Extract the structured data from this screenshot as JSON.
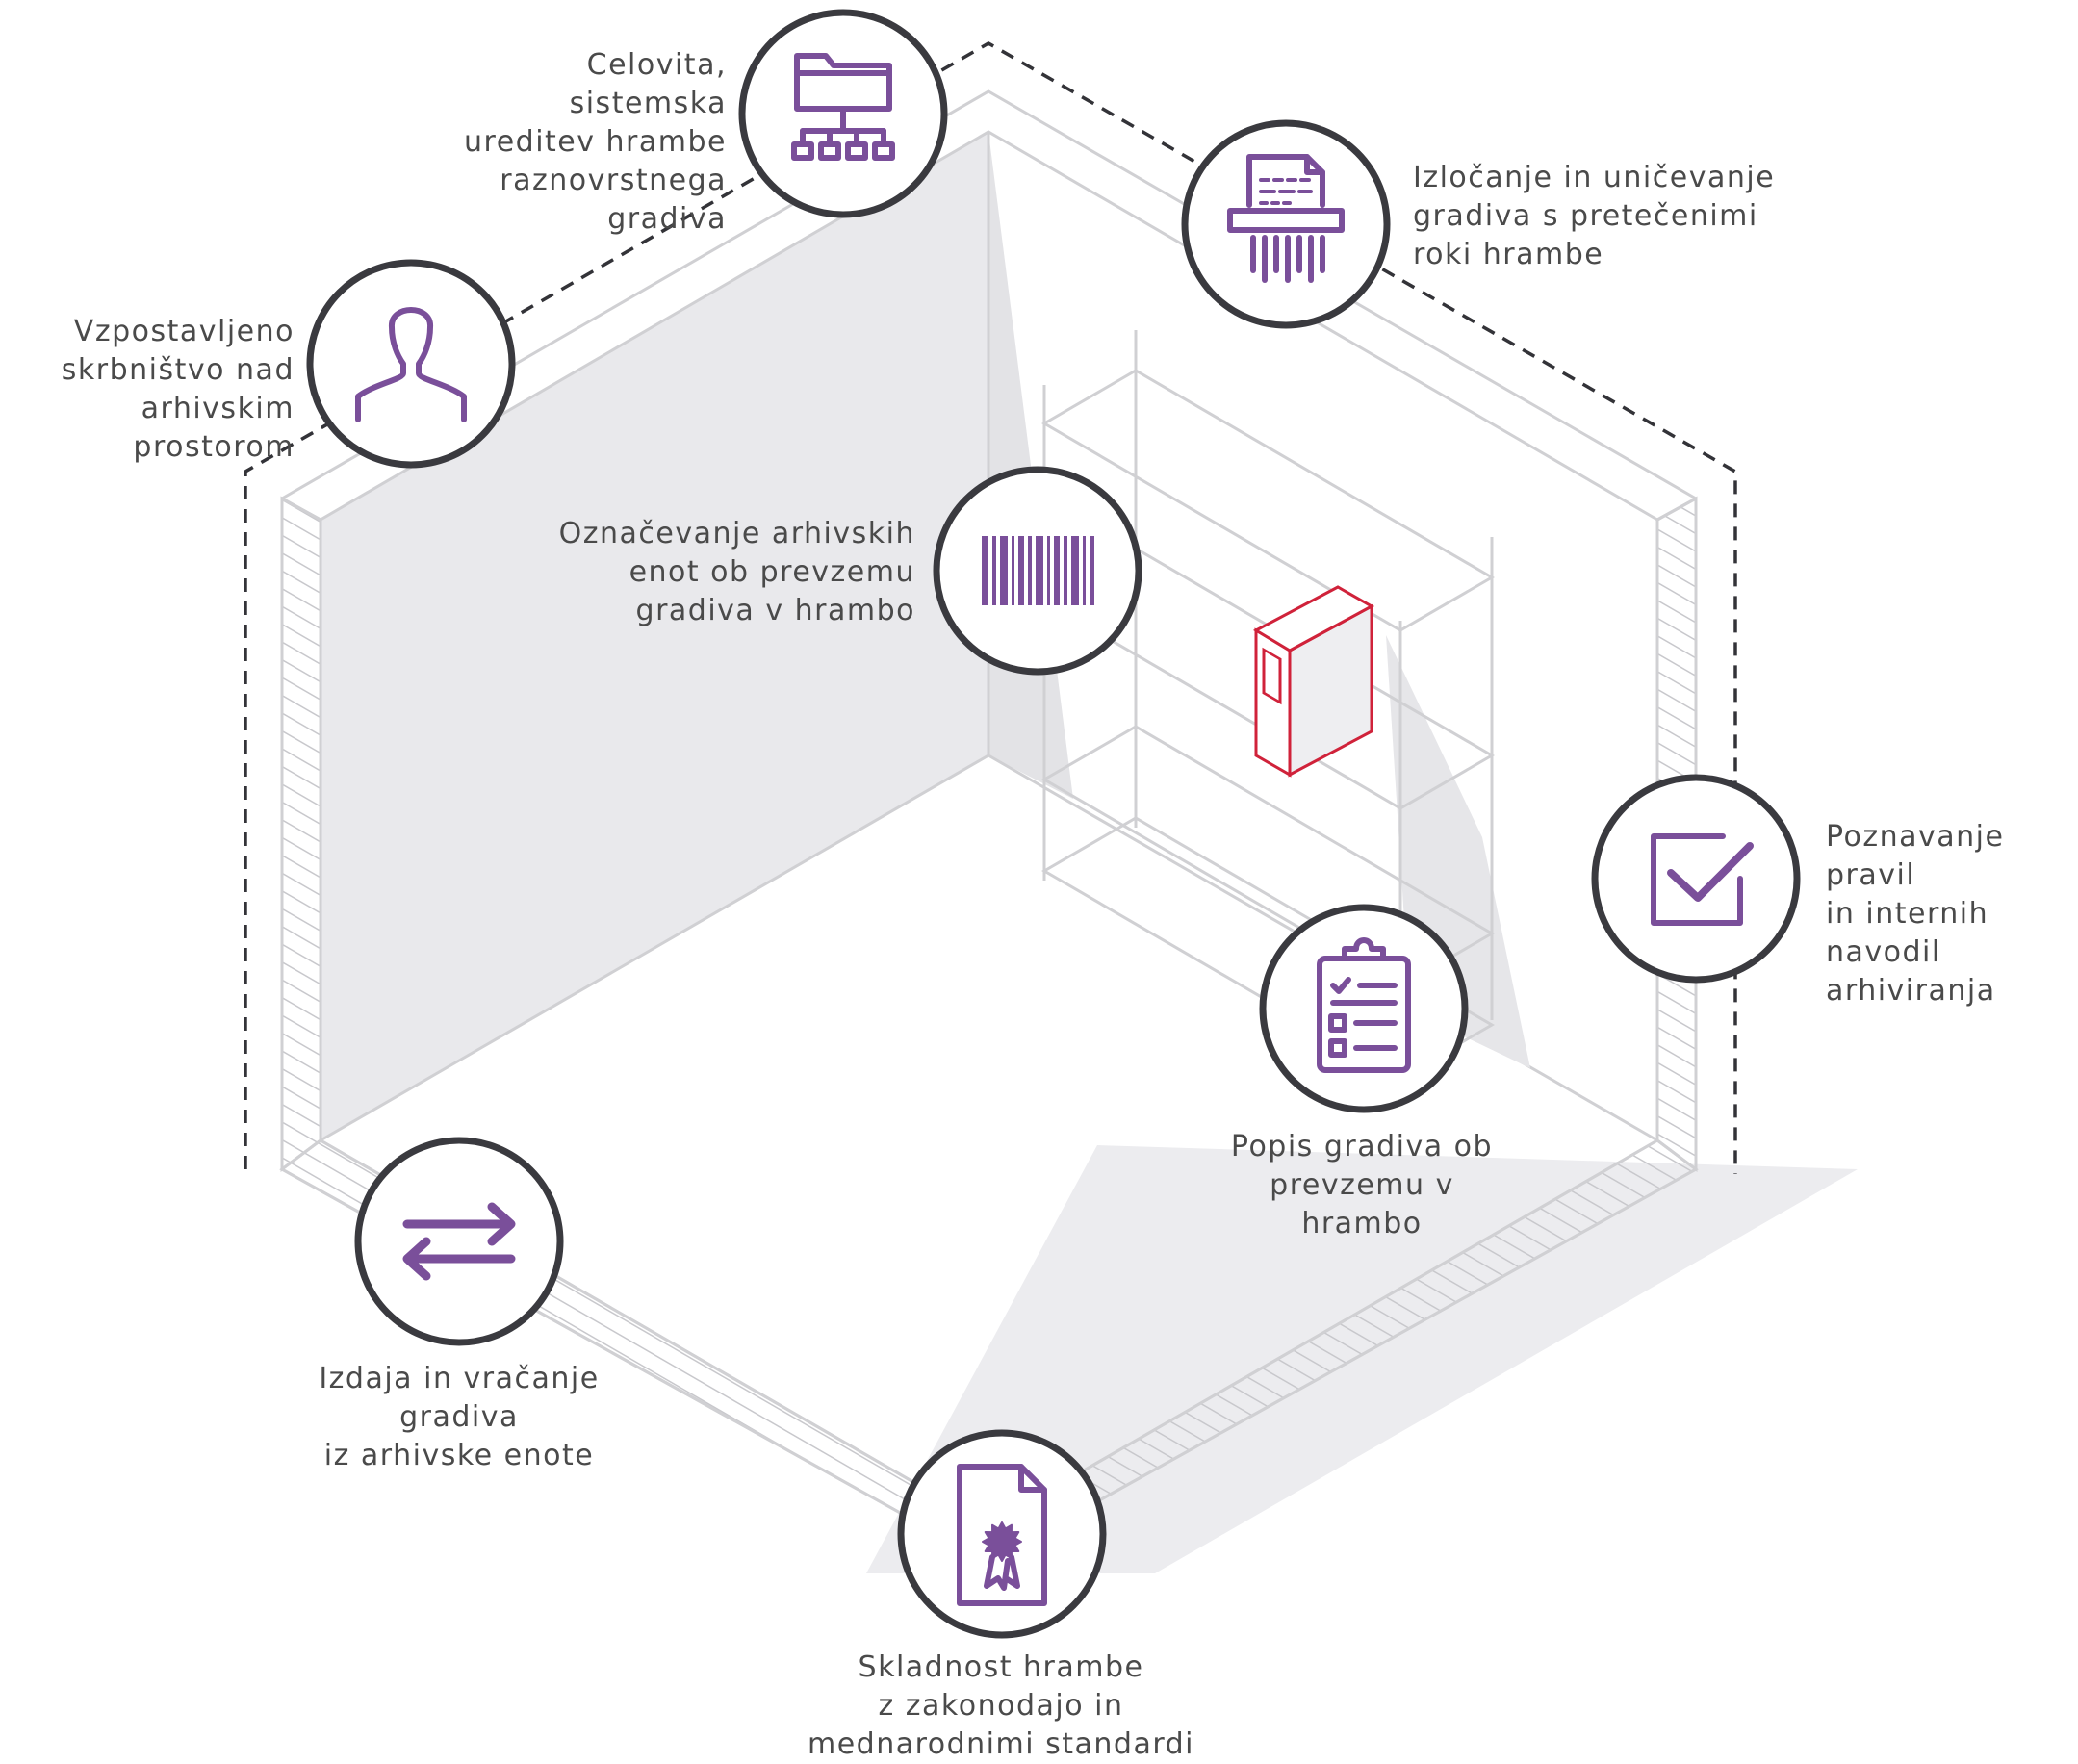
{
  "colors": {
    "accent": "#7a4f9a",
    "ring": "#3a3a3f",
    "wall_line": "#d0d0d3",
    "floor_shade": "#ececef",
    "wall_shade": "#e6e6e9",
    "box": "#d0223a",
    "dash": "#333338"
  },
  "items": [
    {
      "id": "storage",
      "icon": "folder-network-icon",
      "text": "Celovita, sistemska\nureditev hrambe\nraznovrstnega gradiva"
    },
    {
      "id": "custody",
      "icon": "person-icon",
      "text": "Vzpostavljeno\nskrbništvo nad\narhivskim prostorom"
    },
    {
      "id": "disposal",
      "icon": "shredder-icon",
      "text": "Izločanje in uničevanje\ngradiva s pretečenimi\nroki hrambe"
    },
    {
      "id": "labeling",
      "icon": "barcode-icon",
      "text": "Označevanje arhivskih\nenot ob prevzemu\ngradiva v hrambo"
    },
    {
      "id": "rules",
      "icon": "checkbox-icon",
      "text": "Poznavanje pravil\nin internih navodil\narhiviranja"
    },
    {
      "id": "inventory",
      "icon": "clipboard-checklist-icon",
      "text": "Popis gradiva ob\nprevzemu v hrambo"
    },
    {
      "id": "lending",
      "icon": "exchange-arrows-icon",
      "text": "Izdaja in vračanje gradiva\niz arhivske enote"
    },
    {
      "id": "compliance",
      "icon": "certificate-icon",
      "text": "Skladnost hrambe\nz zakonodajo in\nmednarodnimi standardi"
    }
  ]
}
